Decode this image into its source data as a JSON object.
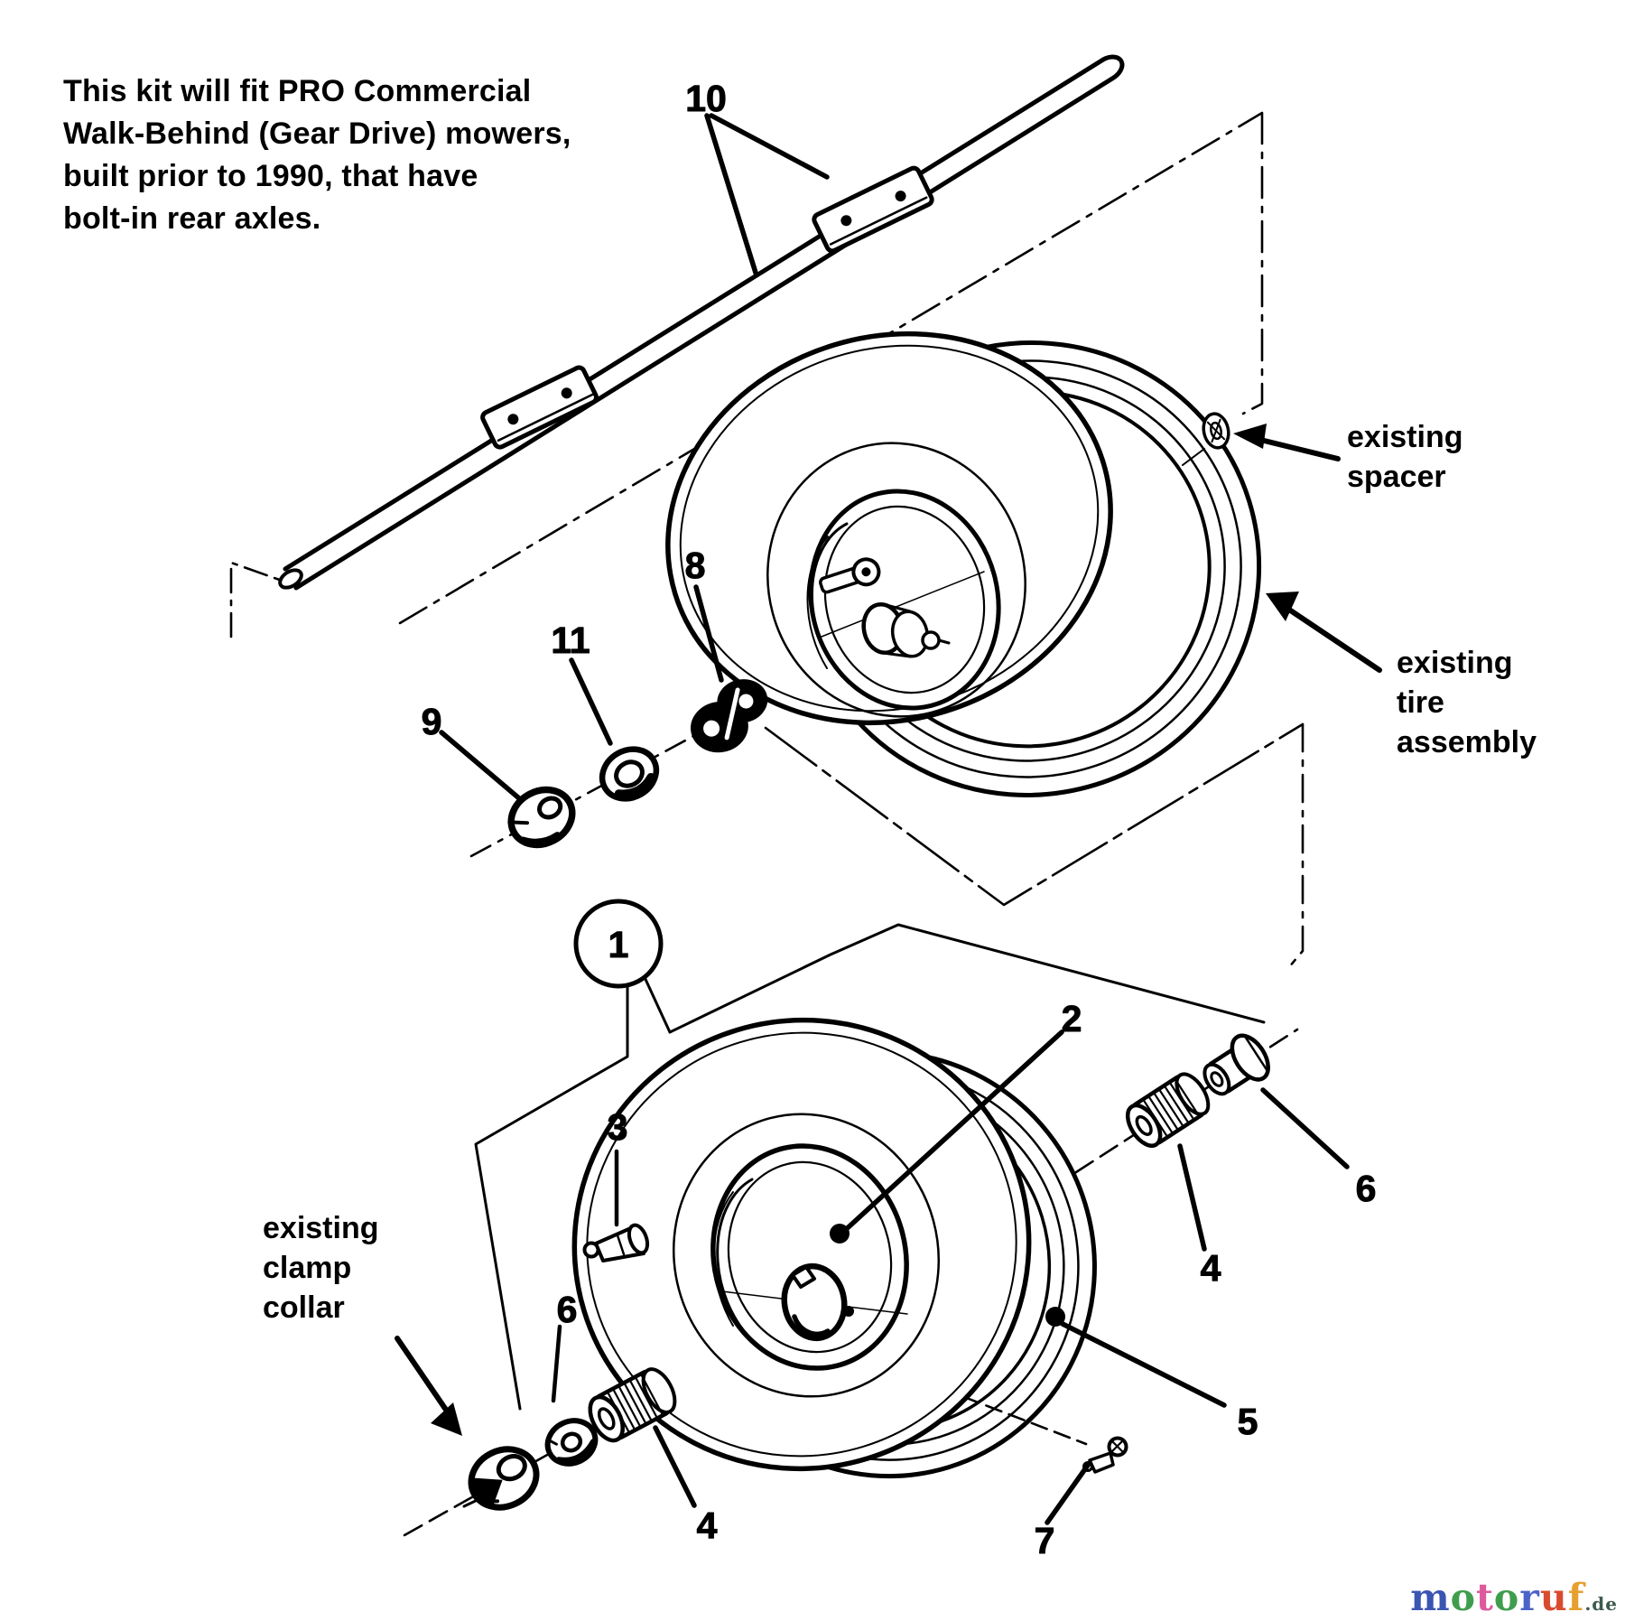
{
  "document": {
    "intro_note": "This kit will fit PRO Commercial\nWalk-Behind (Gear Drive) mowers,\nbuilt prior to 1990, that have\nbolt-in rear axles."
  },
  "annotations": {
    "existing_spacer": "existing\nspacer",
    "existing_tire_assembly": "existing\ntire\nassembly",
    "existing_clamp_collar": "existing\nclamp\ncollar"
  },
  "callouts": {
    "kit_assembly": "1",
    "wheel_rim": "2",
    "valve_stem": "3",
    "splined_bushing": "4",
    "tire": "5",
    "flanged_nut": "6",
    "grease_fitting": "7",
    "axle_coupling": "8",
    "clamp_collar": "9",
    "axle_assembly": "10",
    "bearing": "11"
  },
  "watermark": {
    "letters": [
      {
        "char": "m",
        "color": "#3b55b3"
      },
      {
        "char": "o",
        "color": "#3f9e4d"
      },
      {
        "char": "t",
        "color": "#df5a9c"
      },
      {
        "char": "o",
        "color": "#3f9e4d"
      },
      {
        "char": "r",
        "color": "#4a63c9"
      },
      {
        "char": "u",
        "color": "#d84b2f"
      },
      {
        "char": "f",
        "color": "#e5a02f"
      }
    ],
    "suffix": ".de",
    "suffix_color": "#3d5c4e"
  },
  "colors": {
    "ink": "#000000",
    "background": "#ffffff"
  }
}
